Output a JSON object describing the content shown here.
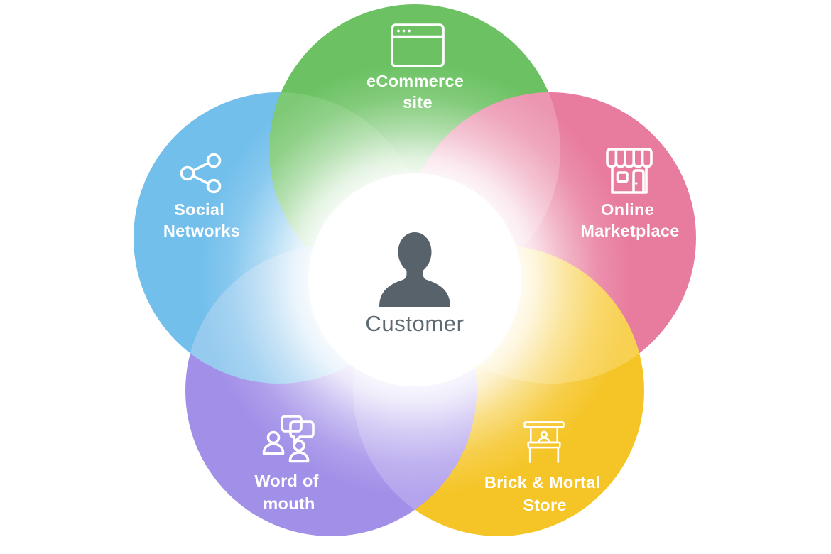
{
  "page": {
    "background": "#ffffff"
  },
  "diagram": {
    "type": "venn-flower",
    "center": {
      "label": "Customer",
      "label_color": "#5d6a72",
      "avatar_icon": "person-avatar-icon",
      "avatar_color": "#58626b",
      "circle_color": "#ffffff"
    },
    "petals": [
      {
        "id": "ecommerce-site",
        "position": "top",
        "label_line1": "eCommerce",
        "label_line2": "site",
        "color": "#6cc263",
        "overlap_tint": "#7dc975",
        "icon": "browser-window-icon"
      },
      {
        "id": "online-marketplace",
        "position": "upper-right",
        "label_line1": "Online",
        "label_line2": "Marketplace",
        "color": "#e87c9e",
        "overlap_tint": "#ec96b1",
        "icon": "storefront-icon"
      },
      {
        "id": "brick-mortal-store",
        "position": "lower-right",
        "label_line1": "Brick & Mortal",
        "label_line2": "Store",
        "color": "#f5c528",
        "overlap_tint": "#f8d152",
        "icon": "market-stall-icon"
      },
      {
        "id": "word-of-mouth",
        "position": "lower-left",
        "label_line1": "Word of",
        "label_line2": "mouth",
        "color": "#a28fe8",
        "overlap_tint": "#b4a4ed",
        "icon": "chat-people-icon"
      },
      {
        "id": "social-networks",
        "position": "upper-left",
        "label_line1": "Social",
        "label_line2": "Networks",
        "color": "#72bfec",
        "overlap_tint": "#96cbef",
        "icon": "share-icon"
      }
    ]
  }
}
